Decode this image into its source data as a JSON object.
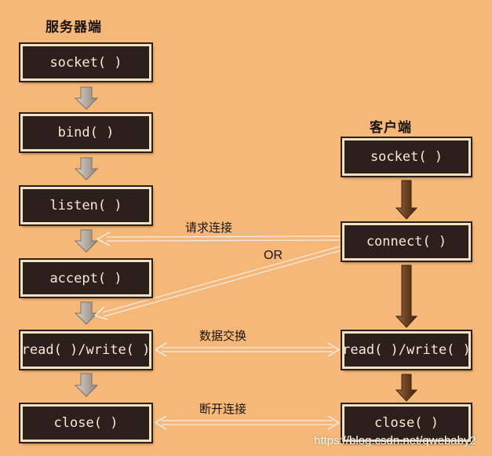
{
  "server": {
    "heading": "服务器端",
    "steps": [
      "socket( )",
      "bind( )",
      "listen( )",
      "accept( )",
      "read( )/write( )",
      "close( )"
    ]
  },
  "client": {
    "heading": "客户端",
    "steps": [
      "socket( )",
      "connect( )",
      "read( )/write( )",
      "close( )"
    ]
  },
  "labels": {
    "request": "请求连接",
    "or": "OR",
    "exchange": "数据交换",
    "disconnect": "断开连接"
  },
  "watermark": "https://blog.csdn.net/qwebaby2"
}
